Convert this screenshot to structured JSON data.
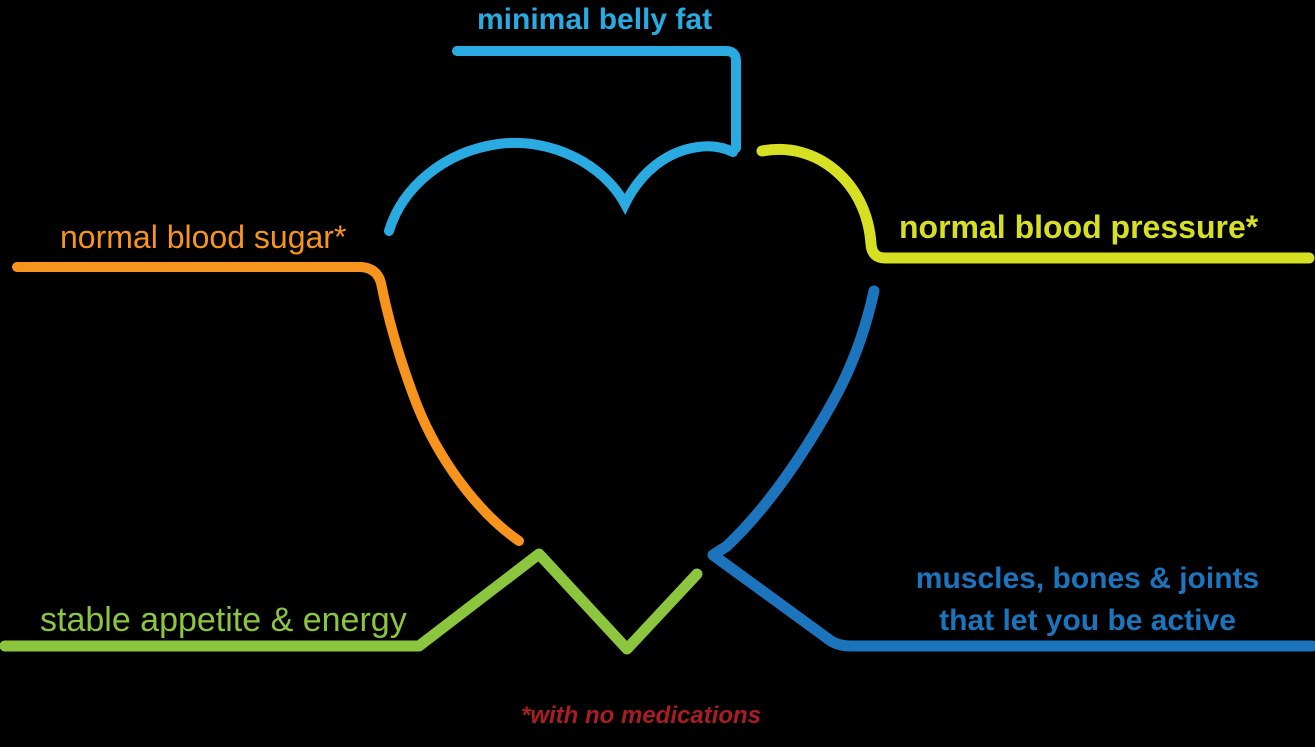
{
  "diagram": {
    "type": "heart-outline-infographic",
    "background": "#000000",
    "labels": {
      "minimal_belly_fat": "minimal belly fat",
      "normal_blood_pressure": "normal blood pressure*",
      "normal_blood_sugar": "normal blood sugar*",
      "stable_appetite_energy": "stable appetite & energy",
      "muscles_line1": "muscles, bones & joints",
      "muscles_line2": "that let you be active",
      "footnote": "*with no medications"
    },
    "colors": {
      "light_blue": "#29ABE2",
      "yellow_green": "#D7DF23",
      "orange": "#F7941E",
      "green": "#8CC63F",
      "dark_blue": "#1C75BC",
      "dark_red": "#A81E22"
    }
  }
}
